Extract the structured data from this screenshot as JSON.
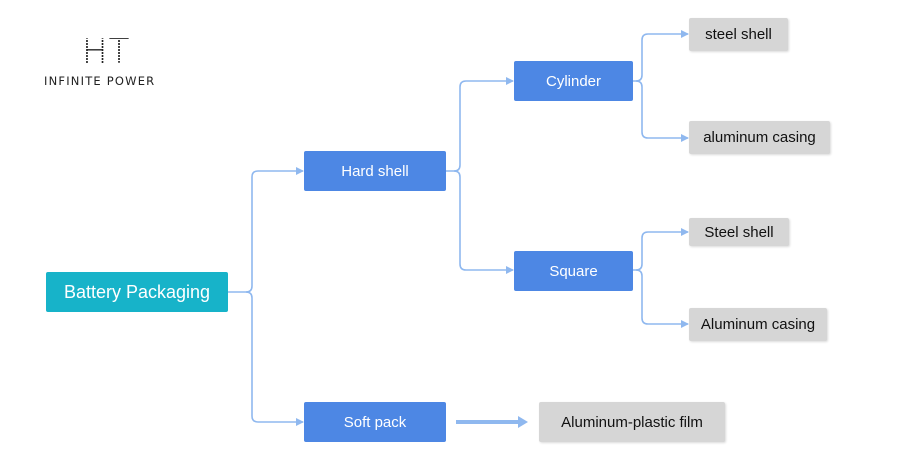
{
  "logo": {
    "mark": "HT",
    "text": "INFINITE POWER"
  },
  "nodes": {
    "root": "Battery Packaging",
    "hard_shell": "Hard shell",
    "soft_pack": "Soft pack",
    "cylinder": "Cylinder",
    "square": "Square",
    "cylinder_steel": "steel shell",
    "cylinder_aluminum": "aluminum casing",
    "square_steel": "Steel shell",
    "square_aluminum": "Aluminum casing",
    "soft_material": "Aluminum-plastic film"
  },
  "colors": {
    "root": "#17b3c9",
    "category": "#4d87e4",
    "material": "#d6d6d6",
    "connector": "#8fb8ef"
  }
}
